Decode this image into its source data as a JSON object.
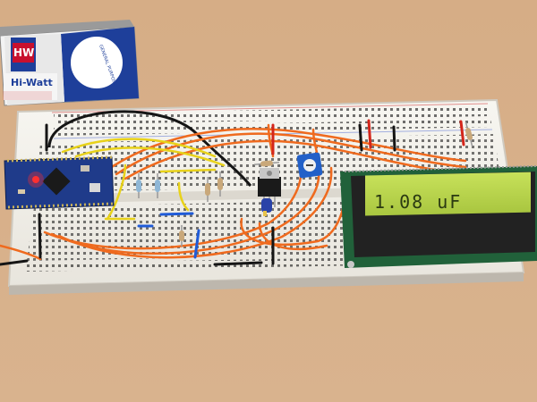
{
  "battery": {
    "brand": "Hi-Watt",
    "logo": "HW",
    "type": "GENERAL PURPOSE"
  },
  "lcd": {
    "reading": "1.08 uF"
  },
  "colors": {
    "table": "#d8b08a",
    "breadboard": "#f2f0ea",
    "lcd_screen": "#b7d34a",
    "wire_orange": "#ef6a1e",
    "wire_yellow": "#e8d21a",
    "wire_black": "#1a1a1a",
    "mcu_board": "#1f3b8a",
    "led": "#ff2a2a"
  }
}
